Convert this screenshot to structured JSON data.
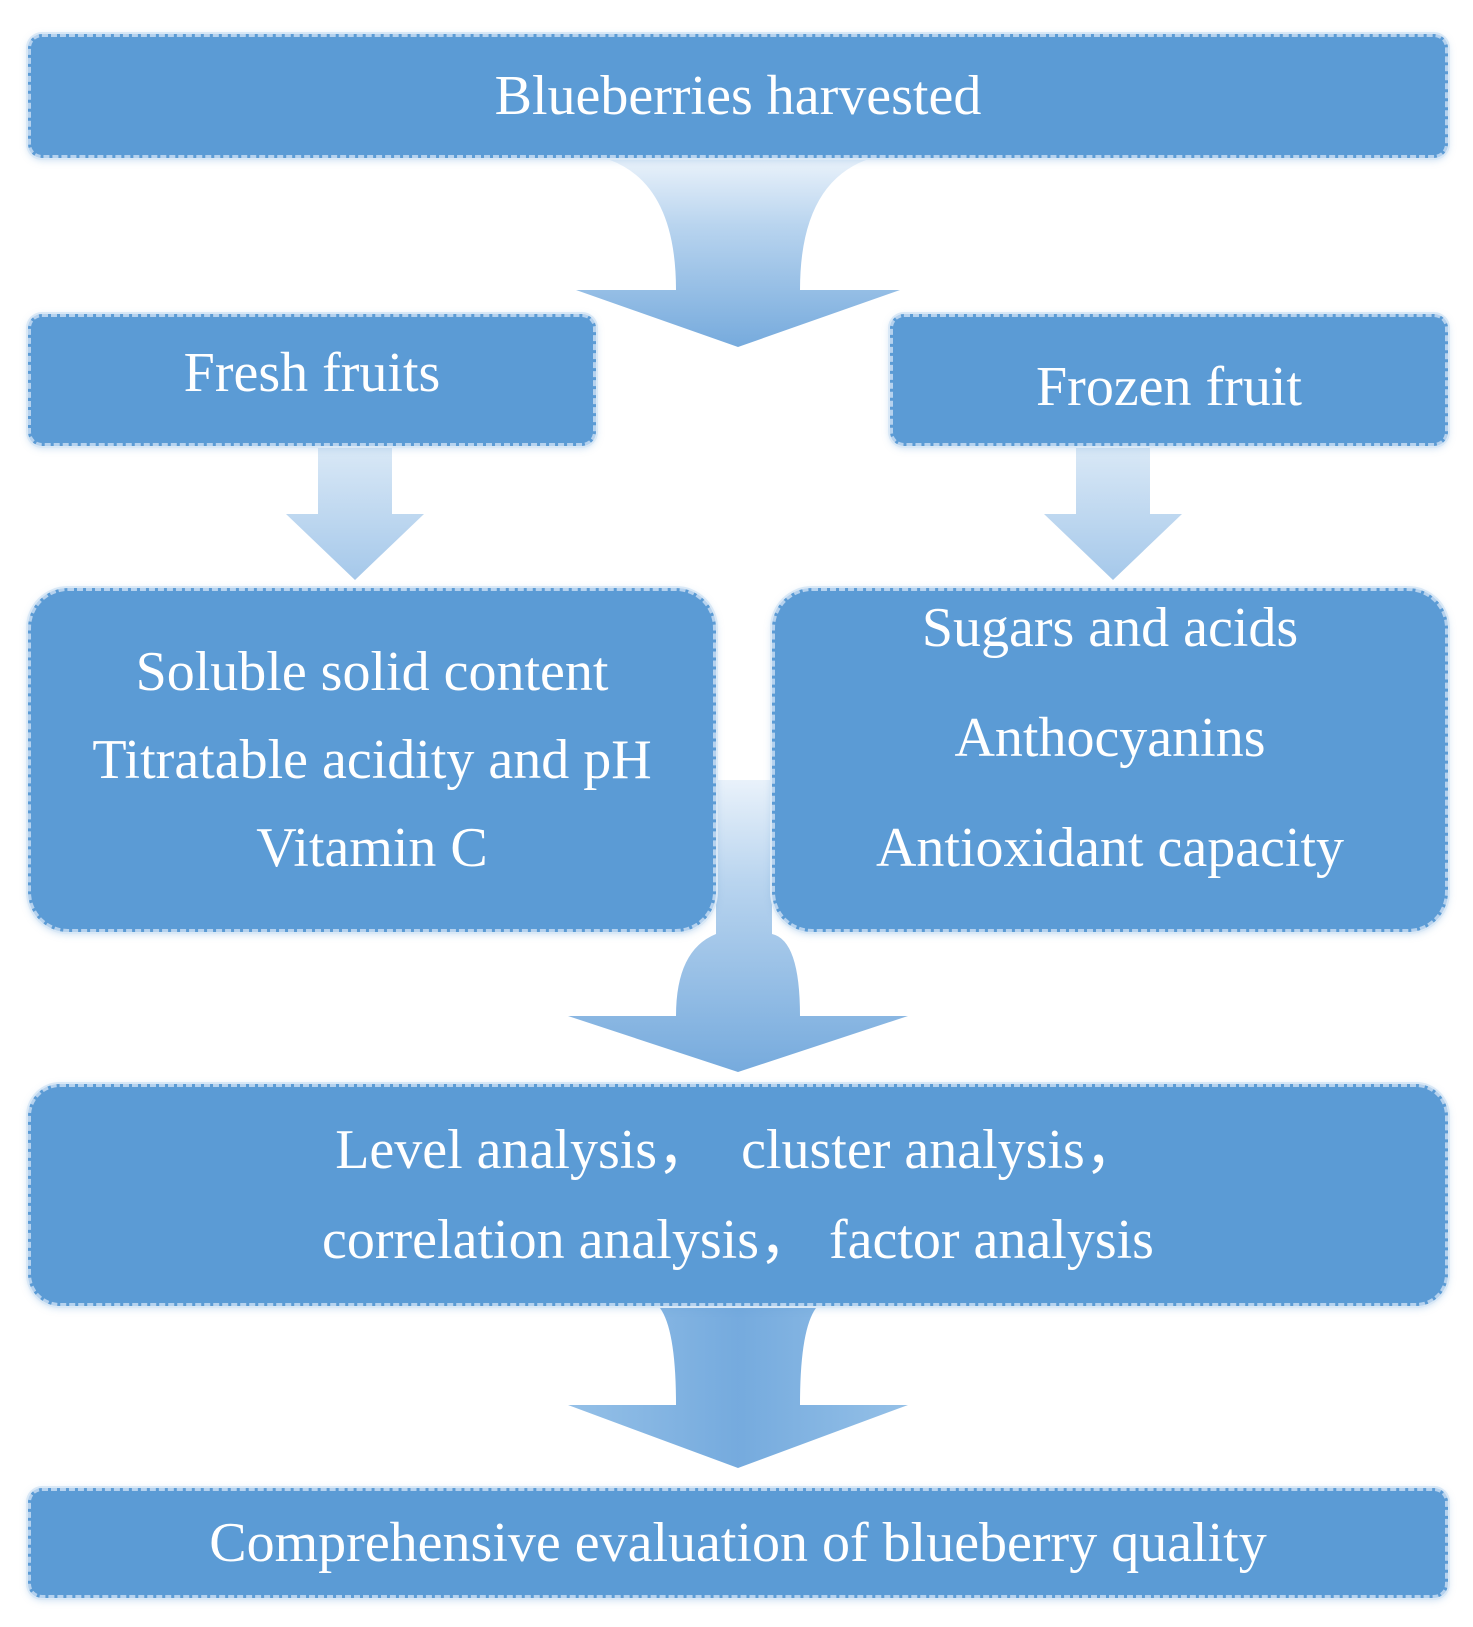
{
  "diagram": {
    "colors": {
      "box_fill": "#5b9bd5",
      "box_border": "#b6d2ee",
      "arrow": "#7fb2e0",
      "text": "#ffffff"
    },
    "nodes": {
      "harvest": {
        "label": "Blueberries harvested"
      },
      "fresh": {
        "label": "Fresh fruits"
      },
      "frozen": {
        "label": "Frozen fruit"
      },
      "fresh_params": {
        "lines": [
          "Soluble solid content",
          "Titratable acidity and pH",
          "Vitamin C"
        ]
      },
      "frozen_params": {
        "lines": [
          "Sugars and acids",
          "Anthocyanins",
          "Antioxidant capacity"
        ]
      },
      "analysis": {
        "lines": [
          "Level analysis，  cluster analysis，",
          "correlation analysis， factor analysis"
        ]
      },
      "final": {
        "label": "Comprehensive evaluation of blueberry quality"
      }
    },
    "edges": [
      {
        "from": "harvest",
        "to": [
          "fresh",
          "frozen"
        ]
      },
      {
        "from": "fresh",
        "to": "fresh_params"
      },
      {
        "from": "frozen",
        "to": "frozen_params"
      },
      {
        "from": [
          "fresh_params",
          "frozen_params"
        ],
        "to": "analysis"
      },
      {
        "from": "analysis",
        "to": "final"
      }
    ]
  }
}
